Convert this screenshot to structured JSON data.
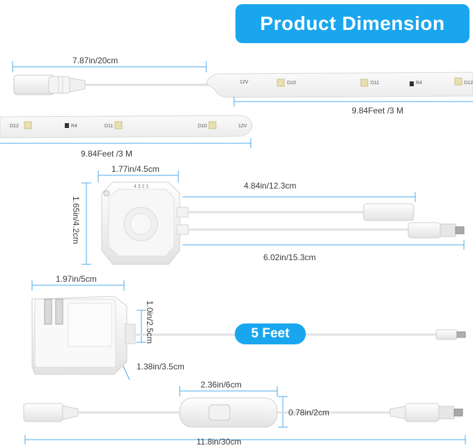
{
  "title": "Product Dimension",
  "strip": {
    "cable_length": "7.87in/20cm",
    "strip_length_top": "9.84Feet /3 M",
    "strip_length_bottom": "9.84Feet /3 M",
    "strip_labels_top": [
      "12V",
      "D10",
      "D11",
      "R4",
      "D12"
    ],
    "strip_labels_bottom": [
      "D12",
      "R4",
      "D11",
      "D10",
      "12V"
    ]
  },
  "sensor": {
    "width": "1.77in/4.5cm",
    "height": "1.65in/4.2cm",
    "cable_female": "4.84in/12.3cm",
    "cable_male": "6.02in/15.3cm",
    "port_marks": "4 3 2 1"
  },
  "adapter": {
    "width": "1.97in/5cm",
    "height": "1.0in/2.5cm",
    "depth": "1.38in/3.5cm",
    "cord_length": "5 Feet"
  },
  "switch": {
    "width": "2.36in/6cm",
    "height": "0.78in/2cm",
    "total_length": "11.8in/30cm"
  },
  "colors": {
    "accent": "#1aa6ee",
    "dimension_line": "#4da9e8"
  }
}
